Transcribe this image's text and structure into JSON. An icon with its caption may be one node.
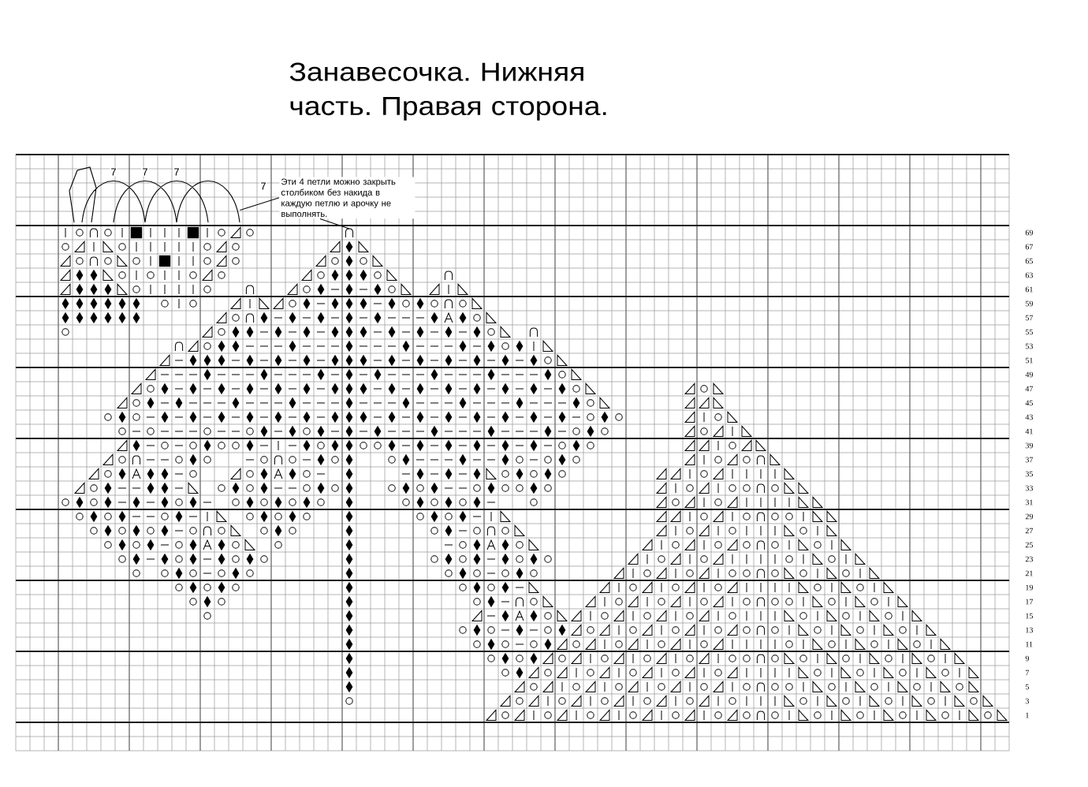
{
  "diagram": {
    "title": "Занавесочка. Нижняя часть. Правая сторона.",
    "nodes": [
      {
        "text": [],
        "shape": "picture"
      },
      {
        "text": [
          "Эти 4 петли можно закрыть столбиком без накида в каждую петлю и арочку не выполнять."
        ]
      }
    ],
    "edges": [
      {
        "from": 1,
        "to": 0,
        "arrow": "none"
      },
      {
        "from": 1,
        "to": null,
        "arrow": "none"
      }
    ],
    "labels": [
      "7",
      "7",
      "7",
      "7",
      "69",
      "67",
      "65",
      "63",
      "61",
      "59",
      "57",
      "55",
      "53",
      "51",
      "49",
      "47",
      "45",
      "43",
      "41",
      "39",
      "37",
      "35",
      "33",
      "31",
      "29",
      "27",
      "25",
      "23",
      "21",
      "19",
      "17",
      "15",
      "13",
      "11",
      "9",
      "7",
      "5",
      "3",
      "1"
    ]
  }
}
